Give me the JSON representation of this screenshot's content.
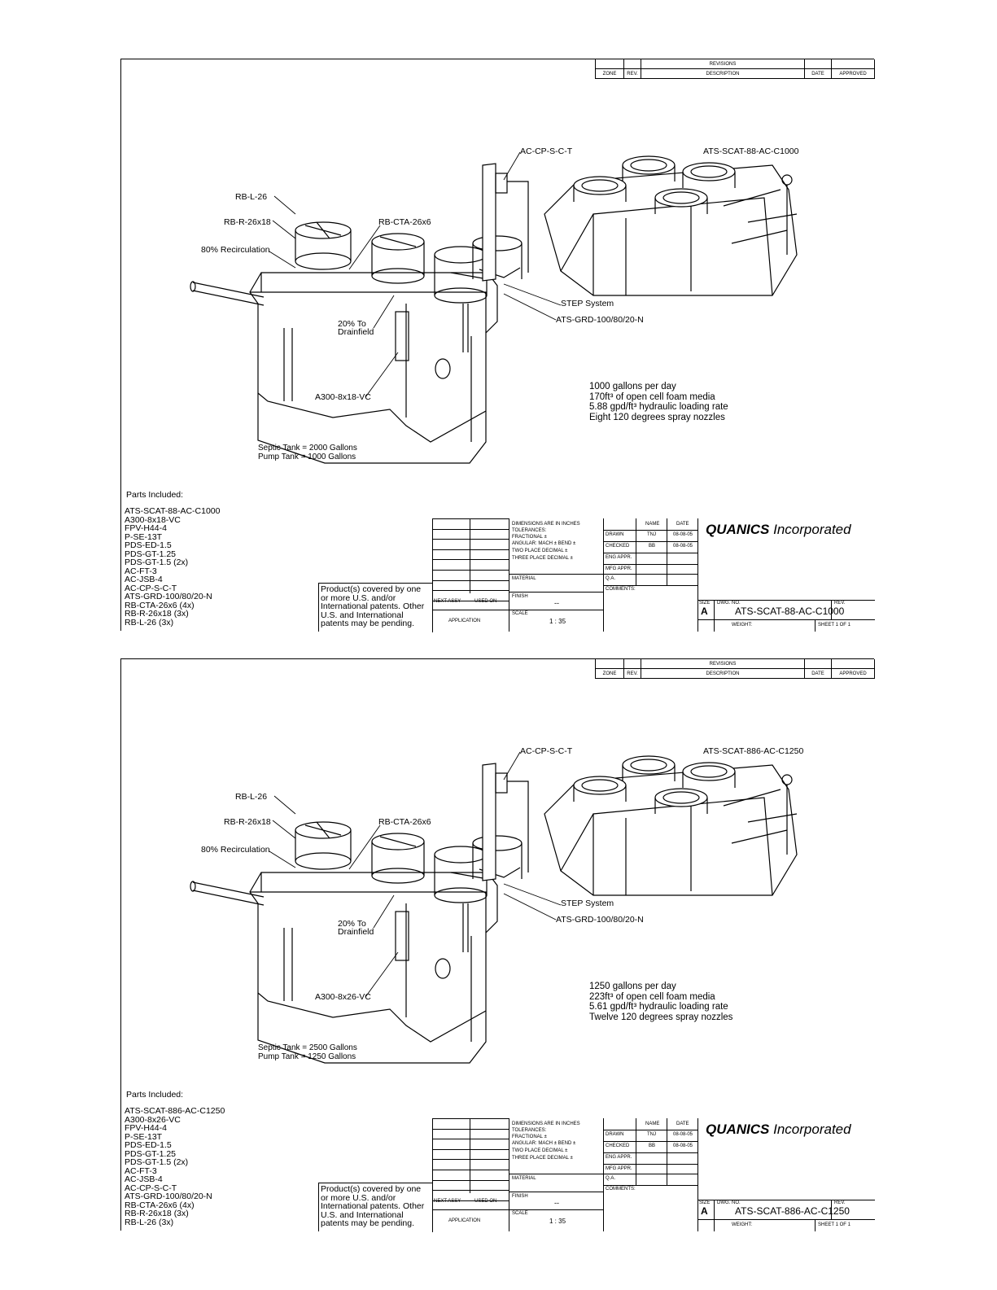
{
  "revisions": {
    "title": "REVISIONS",
    "zone": "ZONE",
    "rev": "REV.",
    "description": "DESCRIPTION",
    "date": "DATE",
    "approved": "APPROVED"
  },
  "sheets": [
    {
      "labels": {
        "control_panel": "AC-CP-S-C-T",
        "pod": "ATS-SCAT-88-AC-C1000",
        "lid": "RB-L-26",
        "riser": "RB-R-26x18",
        "adapter": "RB-CTA-26x6",
        "recirc": "80% Recirculation",
        "step": "STEP System",
        "grd": "ATS-GRD-100/80/20-N",
        "drain1": "20% To",
        "drain2": "Drainfield",
        "pump": "A300-8x18-VC"
      },
      "specs": [
        "1000 gallons per day",
        "170ft³ of open cell foam media",
        "5.88 gpd/ft³ hydraulic loading rate",
        "Eight 120 degrees spray nozzles"
      ],
      "tanks": [
        "Septic Tank = 2000 Gallons",
        "Pump Tank = 1000 Gallons"
      ],
      "parts_title": "Parts Included:",
      "parts": [
        "ATS-SCAT-88-AC-C1000",
        "A300-8x18-VC",
        "FPV-H44-4",
        "P-SE-13T",
        "PDS-ED-1.5",
        "PDS-GT-1.25",
        "PDS-GT-1.5 (2x)",
        "AC-FT-3",
        "AC-JSB-4",
        "AC-CP-S-C-T",
        "ATS-GRD-100/80/20-N",
        "RB-CTA-26x6 (4x)",
        "RB-R-26x18 (3x)",
        "RB-L-26 (3x)"
      ],
      "dwg_no": "ATS-SCAT-88-AC-C1000"
    },
    {
      "labels": {
        "control_panel": "AC-CP-S-C-T",
        "pod": "ATS-SCAT-886-AC-C1250",
        "lid": "RB-L-26",
        "riser": "RB-R-26x18",
        "adapter": "RB-CTA-26x6",
        "recirc": "80% Recirculation",
        "step": "STEP System",
        "grd": "ATS-GRD-100/80/20-N",
        "drain1": "20% To",
        "drain2": "Drainfield",
        "pump": "A300-8x26-VC"
      },
      "specs": [
        "1250 gallons per day",
        "223ft³ of open cell foam media",
        "5.61 gpd/ft³ hydraulic loading rate",
        "Twelve 120 degrees spray nozzles"
      ],
      "tanks": [
        "Septic Tank = 2500 Gallons",
        "Pump Tank = 1250 Gallons"
      ],
      "parts_title": "Parts Included:",
      "parts": [
        "ATS-SCAT-886-AC-C1250",
        "A300-8x26-VC",
        "FPV-H44-4",
        "P-SE-13T",
        "PDS-ED-1.5",
        "PDS-GT-1.25",
        "PDS-GT-1.5 (2x)",
        "AC-FT-3",
        "AC-JSB-4",
        "AC-CP-S-C-T",
        "ATS-GRD-100/80/20-N",
        "RB-CTA-26x6 (4x)",
        "RB-R-26x18 (3x)",
        "RB-L-26 (3x)"
      ],
      "dwg_no": "ATS-SCAT-886-AC-C1250"
    }
  ],
  "patent": "Product(s) covered by one or more U.S. and/or International patents. Other U.S. and International patents may be pending.",
  "title_block": {
    "next_assy": "NEXT ASSY",
    "used_on": "USED ON",
    "application": "APPLICATION",
    "dims": "DIMENSIONS ARE IN INCHES",
    "tolerances": "TOLERANCES:",
    "fractional": "FRACTIONAL ±",
    "angular": "ANGULAR: MACH ±   BEND ±",
    "two_place": "TWO PLACE DECIMAL   ±",
    "three_place": "THREE PLACE DECIMAL  ±",
    "material": "MATERIAL",
    "finish": "FINISH",
    "finish_val": "--",
    "scale": "SCALE",
    "scale_val": "1 : 35",
    "name": "NAME",
    "date": "DATE",
    "drawn": "DRAWN",
    "drawn_by": "TNJ",
    "drawn_date": "08-08-05",
    "checked": "CHECKED",
    "checked_by": "BB",
    "checked_date": "08-08-05",
    "eng_appr": "ENG APPR.",
    "mfg_appr": "MFG APPR.",
    "qa": "Q.A.",
    "comments": "COMMENTS:",
    "company_bold": "QUANICS",
    "company_rest": " Incorporated",
    "size": "SIZE",
    "size_val": "A",
    "dwg_label": "DWG.  NO.",
    "rev": "REV.",
    "weight": "WEIGHT:",
    "sheet": "SHEET 1 OF 1"
  }
}
